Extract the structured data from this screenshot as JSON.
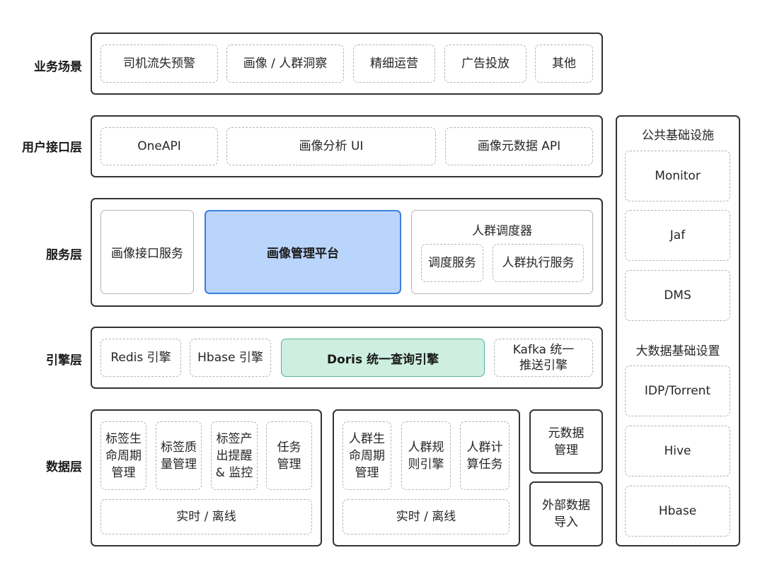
{
  "colors": {
    "border_dark": "#333333",
    "border_dash": "#b4b4b4",
    "highlight_blue_fill": "#bad5fb",
    "highlight_blue_border": "#3b7ee0",
    "highlight_green_fill": "#cdeee0",
    "highlight_green_border": "#55b78f"
  },
  "layers": {
    "business": {
      "label": "业务场景",
      "items": [
        "司机流失预警",
        "画像 / 人群洞察",
        "精细运营",
        "广告投放",
        "其他"
      ]
    },
    "user_interface": {
      "label": "用户接口层",
      "items": [
        "OneAPI",
        "画像分析 UI",
        "画像元数据 API"
      ]
    },
    "service": {
      "label": "服务层",
      "portrait_interface": "画像接口服务",
      "portrait_platform": "画像管理平台",
      "crowd_scheduler": {
        "title": "人群调度器",
        "items": [
          "调度服务",
          "人群执行服务"
        ]
      }
    },
    "engine": {
      "label": "引擎层",
      "items": [
        "Redis 引擎",
        "Hbase 引擎",
        "Doris 统一查询引擎",
        "Kafka 统一\n推送引擎"
      ]
    },
    "data": {
      "label": "数据层",
      "tag_group": {
        "items": [
          "标签生\n命周期\n管理",
          "标签质\n量管理",
          "标签产\n出提醒\n& 监控",
          "任务\n管理"
        ],
        "footer": "实时 / 离线"
      },
      "crowd_group": {
        "items": [
          "人群生\n命周期\n管理",
          "人群规\n则引擎",
          "人群计\n算任务"
        ],
        "footer": "实时 / 离线"
      },
      "metadata": "元数据\n管理",
      "external_import": "外部数据\n导入"
    }
  },
  "sidebar": {
    "public_infra_title": "公共基础设施",
    "public_infra_items": [
      "Monitor",
      "Jaf",
      "DMS"
    ],
    "bigdata_title": "大数据基础设置",
    "bigdata_items": [
      "IDP/Torrent",
      "Hive",
      "Hbase"
    ]
  }
}
